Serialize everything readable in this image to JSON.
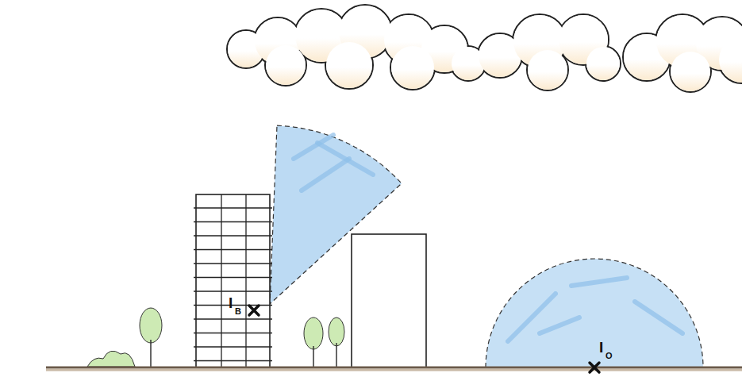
{
  "diagram": {
    "labels": [
      "I",
      "B",
      "I",
      "O"
    ]
  }
}
